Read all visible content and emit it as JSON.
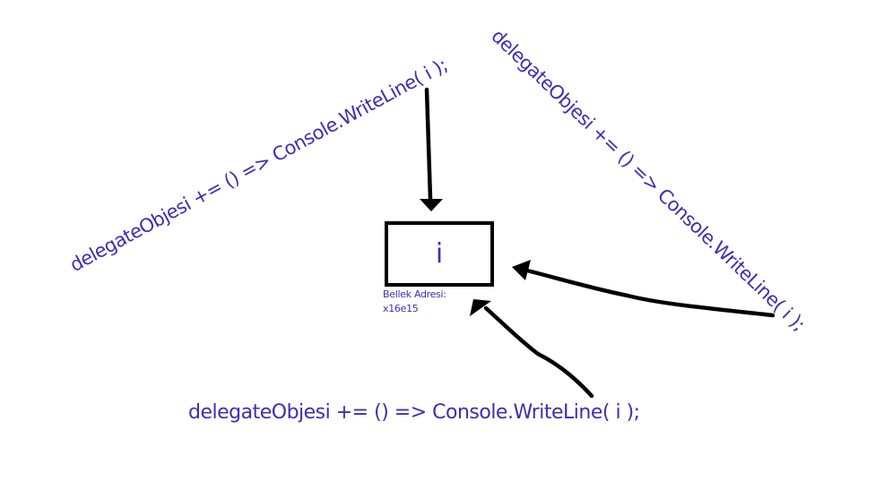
{
  "diagram": {
    "title": "",
    "statements": {
      "left": "delegateObjesi += () => Console.WriteLine( i );",
      "right": "delegateObjesi += () => Console.WriteLine( i );",
      "bottom": "delegateObjesi += () => Console.WriteLine( i );"
    },
    "variable": {
      "name": "i",
      "address_label": "Bellek Adresi:",
      "address_value": "x16e15"
    },
    "arrows": [
      {
        "from": "statement-left",
        "to": "variable-box"
      },
      {
        "from": "statement-right",
        "to": "variable-box"
      },
      {
        "from": "statement-bottom",
        "to": "variable-box"
      }
    ],
    "colors": {
      "text": "#3b2fb4",
      "stroke": "#000000",
      "background": "#ffffff"
    }
  }
}
